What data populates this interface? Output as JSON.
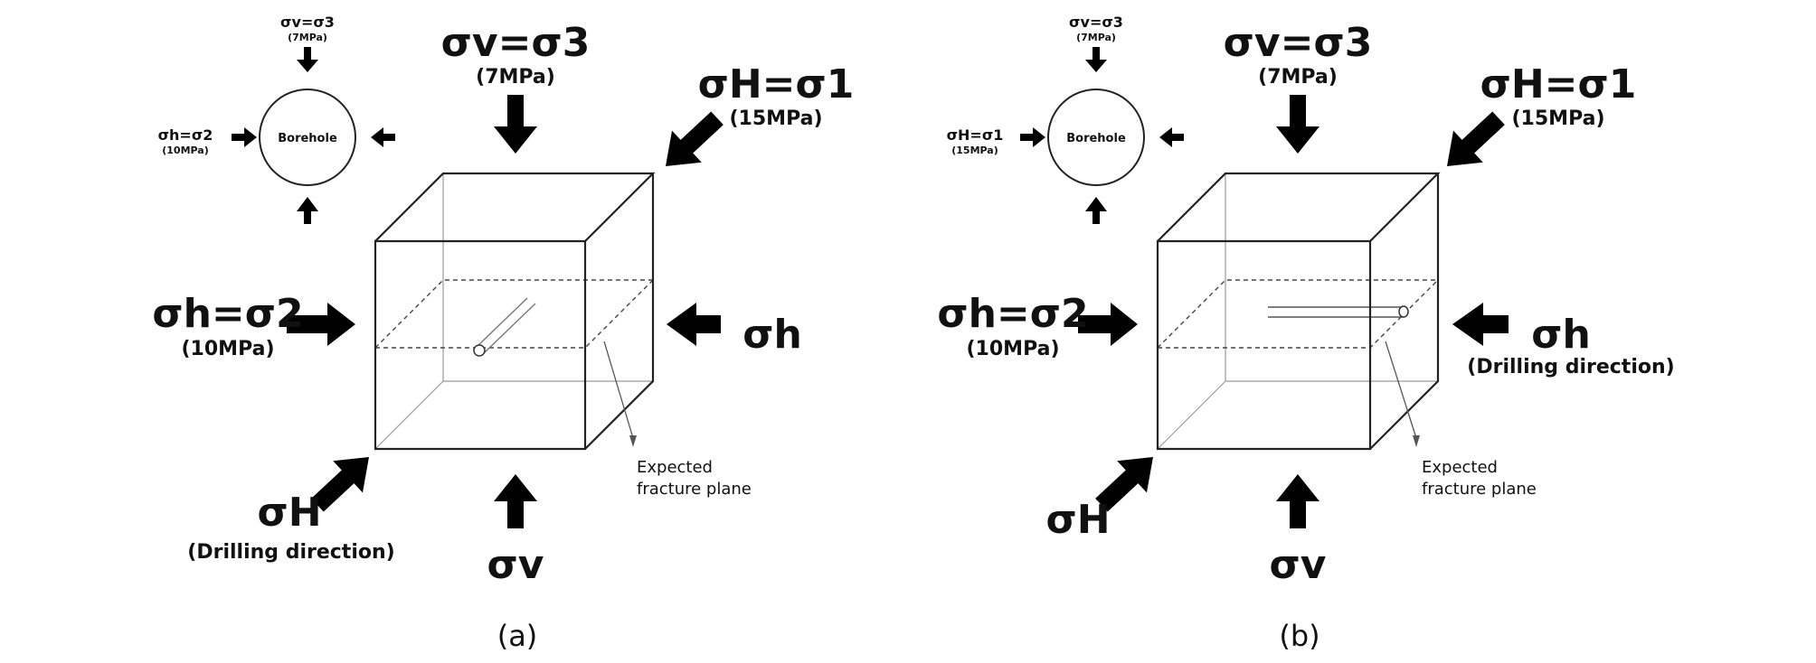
{
  "panel_a": {
    "caption": "(a)",
    "top_label": "σv=σ3",
    "top_value": "(7MPa)",
    "corner_label": "σH=σ1",
    "corner_value": "(15MPa)",
    "left_label": "σh=σ2",
    "left_value": "(10MPa)",
    "right_label": "σh",
    "right_note": "",
    "bottom_left_label": "σH",
    "bottom_left_note": "(Drilling direction)",
    "bottom_label": "σv",
    "fracture_label_1": "Expected",
    "fracture_label_2": "fracture plane",
    "inset": {
      "borehole": "Borehole",
      "top_label": "σv=σ3",
      "top_value": "(7MPa)",
      "left_label": "σh=σ2",
      "left_value": "(10MPa)"
    }
  },
  "panel_b": {
    "caption": "(b)",
    "top_label": "σv=σ3",
    "top_value": "(7MPa)",
    "corner_label": "σH=σ1",
    "corner_value": "(15MPa)",
    "left_label": "σh=σ2",
    "left_value": "(10MPa)",
    "right_label": "σh",
    "right_note": "(Drilling direction)",
    "bottom_left_label": "σH",
    "bottom_left_note": "",
    "bottom_label": "σv",
    "fracture_label_1": "Expected",
    "fracture_label_2": "fracture plane",
    "inset": {
      "borehole": "Borehole",
      "top_label": "σv=σ3",
      "top_value": "(7MPa)",
      "left_label": "σH=σ1",
      "left_value": "(15MPa)"
    }
  }
}
